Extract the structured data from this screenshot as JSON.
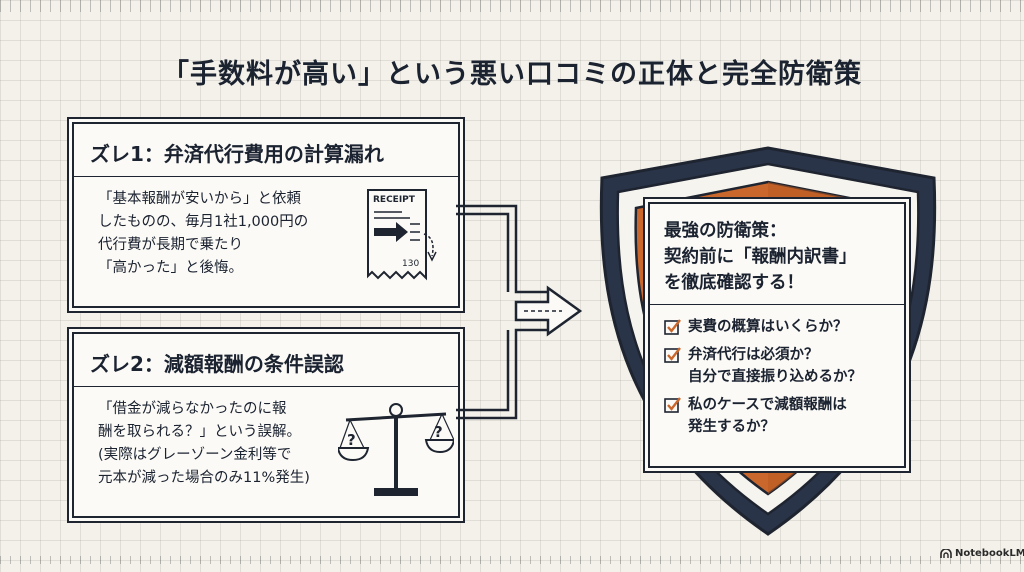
{
  "title": "「手数料が高い」という悪い口コミの正体と完全防衛策",
  "card1": {
    "title": "ズレ1：弁済代行費用の計算漏れ",
    "body": [
      "「基本報酬が安いから」と依頼",
      "したものの、毎月1社1,000円の",
      "代行費が長期で乗たり",
      "「高かった」と後悔。"
    ],
    "receipt": {
      "label": "RECEIPT",
      "amount": "130"
    }
  },
  "card2": {
    "title": "ズレ2：減額報酬の条件誤認",
    "body": [
      "「借金が減らなかったのに報",
      "酬を取られる？」という誤解。",
      "(実際はグレーゾーン金利等で",
      "元本が減った場合のみ11%発生)"
    ],
    "scale_marks": [
      "?",
      "?"
    ]
  },
  "defense": {
    "heading": [
      "最強の防衛策：",
      "契約前に「報酬内訳書」",
      "を徹底確認する！"
    ],
    "items": [
      {
        "lines": [
          "実費の概算はいくらか？"
        ]
      },
      {
        "lines": [
          "弁済代行は必須か？",
          "自分で直接振り込めるか？"
        ]
      },
      {
        "lines": [
          "私のケースで減額報酬は",
          "発生するか？"
        ]
      }
    ]
  },
  "branding": {
    "label": "NotebookLM"
  },
  "colors": {
    "ink": "#1e2430",
    "shield_orange": "#c9672c",
    "paper": "#fbfaf6",
    "check_orange": "#c9672c"
  }
}
